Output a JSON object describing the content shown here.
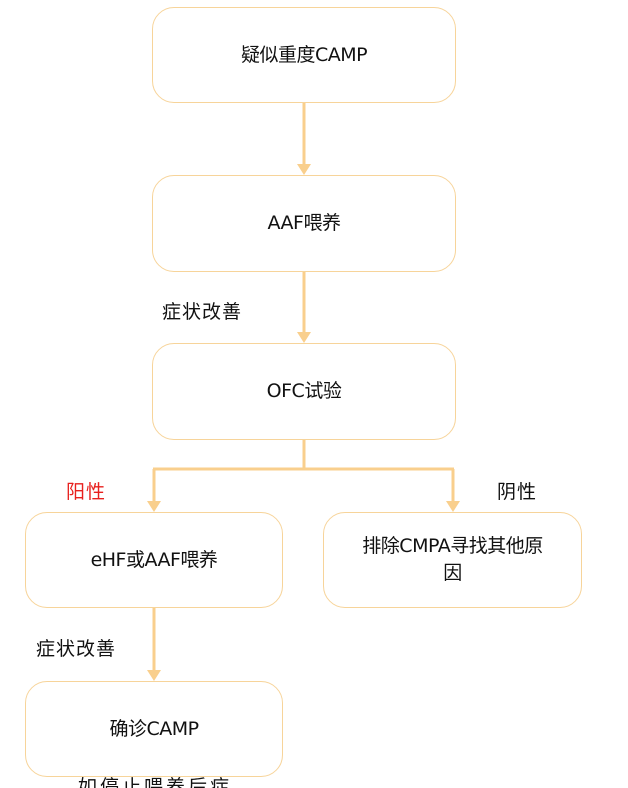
{
  "nodes": {
    "suspected_severe_camp": "疑似重度CAMP",
    "aaf_feeding": "AAF喂养",
    "ofc_test": "OFC试验",
    "ehf_or_aaf_feeding": "eHF或AAF喂养",
    "exclude_cmpa": "排除CMPA寻找其他原因",
    "diagnose_camp": "确诊CAMP"
  },
  "labels": {
    "symptom_improved_1": "症状改善",
    "positive": "阳性",
    "negative": "阴性",
    "symptom_improved_2": "症状改善",
    "cut_off_text": "如停止喂养后症"
  },
  "colors": {
    "border": "#f7d49a",
    "arrow": "#f9cf8d",
    "positive_text": "#e8201e"
  }
}
